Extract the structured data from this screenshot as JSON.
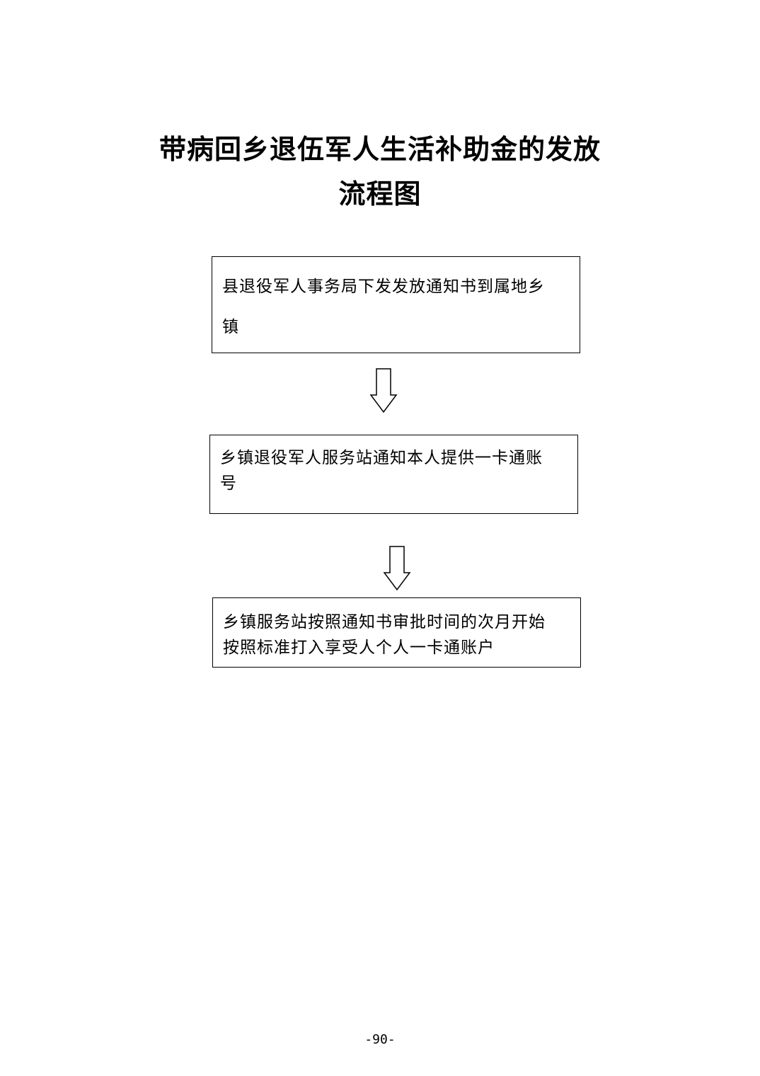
{
  "title": {
    "line1": "带病回乡退伍军人生活补助金的发放",
    "line2": "流程图"
  },
  "steps": [
    {
      "lines": [
        "县退役军人事务局下发发放通知书到属地乡",
        "镇"
      ]
    },
    {
      "lines": [
        "乡镇退役军人服务站通知本人提供一卡通账",
        "号"
      ]
    },
    {
      "lines": [
        "乡镇服务站按照通知书审批时间的次月开始",
        "按照标准打入享受人个人一卡通账户"
      ]
    }
  ],
  "page_number": "-90-"
}
